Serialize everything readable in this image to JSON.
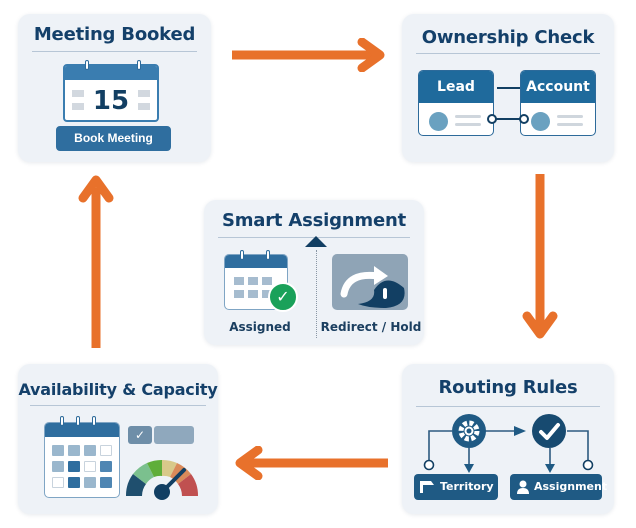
{
  "diagram": {
    "type": "cycle-flow",
    "accent_color": "#e8712b",
    "primary_color": "#1f5a84",
    "cards": {
      "meeting_booked": {
        "title": "Meeting Booked",
        "calendar_day": "15",
        "button_label": "Book Meeting"
      },
      "ownership_check": {
        "title": "Ownership Check",
        "left_entity": "Lead",
        "right_entity": "Account"
      },
      "smart_assignment": {
        "title": "Smart Assignment",
        "left_label": "Assigned",
        "right_label": "Redirect / Hold",
        "check_glyph": "✓"
      },
      "availability_capacity": {
        "title": "Availability & Capacity",
        "check_glyph": "✓"
      },
      "routing_rules": {
        "title": "Routing Rules",
        "left_label": "Territory",
        "right_label": "Assignment"
      }
    },
    "flow": [
      {
        "from": "Meeting Booked",
        "to": "Ownership Check",
        "direction": "right"
      },
      {
        "from": "Ownership Check",
        "to": "Routing Rules",
        "direction": "down"
      },
      {
        "from": "Routing Rules",
        "to": "Availability & Capacity",
        "direction": "left"
      },
      {
        "from": "Availability & Capacity",
        "to": "Meeting Booked",
        "direction": "up"
      }
    ]
  }
}
